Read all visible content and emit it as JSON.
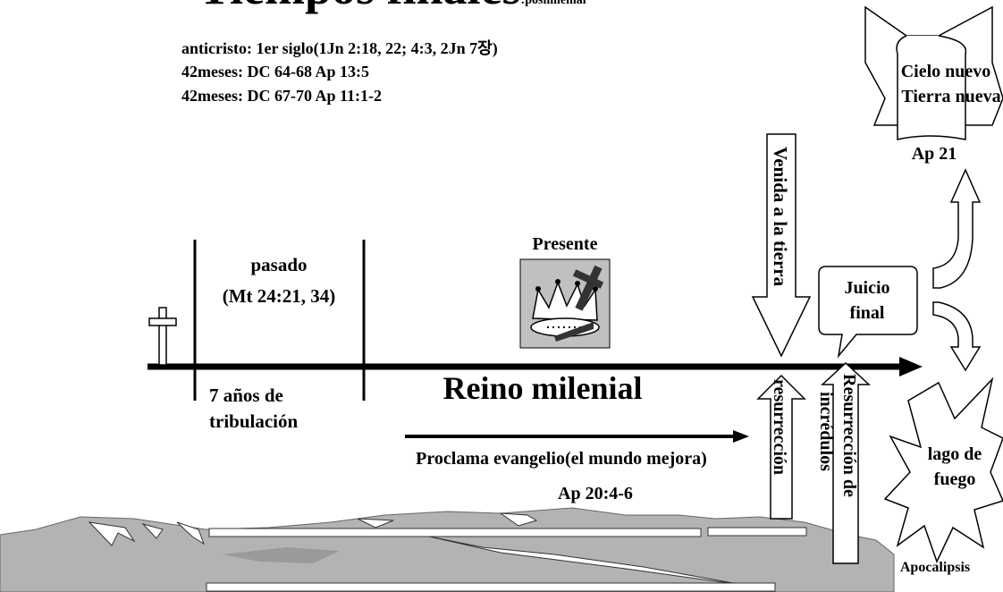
{
  "title": {
    "main": "Tiempos finales",
    "suffix": ":posmilenial"
  },
  "notes": [
    "anticristo: 1er siglo(1Jn 2:18, 22; 4:3, 2Jn 7장)",
    "42meses: DC 64-68 Ap 13:5",
    "42meses: DC 67-70 Ap 11:1-2"
  ],
  "timeline": {
    "past_line1": "pasado",
    "past_line2": "(Mt 24:21, 34)",
    "tribulation_line1": "7 años de",
    "tribulation_line2": "tribulación",
    "present_label": "Presente",
    "kingdom_label": "Reino milenial",
    "gospel_label": "Proclama evangelio(el mundo mejora)",
    "gospel_ref": "Ap 20:4-6"
  },
  "events": {
    "coming": "Venida a la tierra",
    "judgment_line1": "Juicio",
    "judgment_line2": "final",
    "resurrection": "resurrección",
    "resurrection_unbelievers_line1": "Resurrección de",
    "resurrection_unbelievers_line2": "incrédulos"
  },
  "destinies": {
    "new_heaven": "Cielo nuevo",
    "new_earth": "Tierra nueva",
    "new_ref": "Ap 21",
    "lake_line1": "lago de",
    "lake_line2": "fuego",
    "apocalypse": "Apocalipsis"
  },
  "icons": [
    "cross-icon",
    "crown-icon",
    "scroll-icon",
    "explosion-icon",
    "mountain-landscape"
  ]
}
